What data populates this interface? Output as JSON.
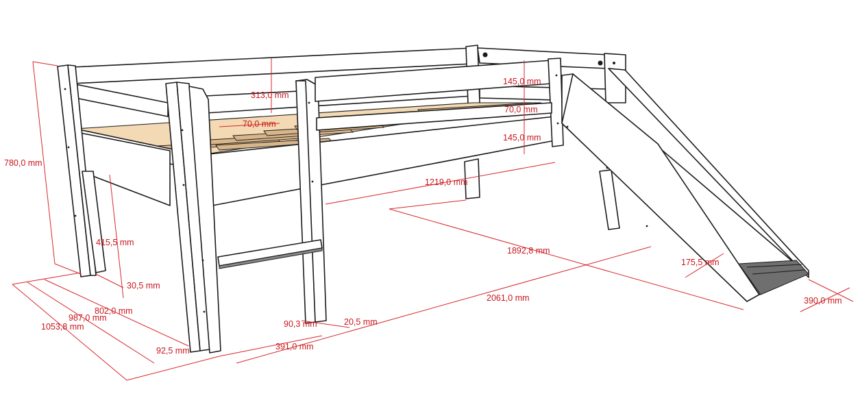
{
  "dimensions": {
    "height_total": "780,0 mm",
    "rail_height": "313,0 mm",
    "slat_gap": "70,0 mm",
    "guard_top": "145,0 mm",
    "guard_gap": "70,0 mm",
    "guard_bottom": "145,0 mm",
    "opening_length": "1219,0 mm",
    "length_inner": "1892,8 mm",
    "slide_width_inner": "175,5 mm",
    "length_total": "2061,0 mm",
    "slide_width": "390,0 mm",
    "under_height": "415,5 mm",
    "leg_thickness": "30,5 mm",
    "width_inner": "802,0 mm",
    "width_mid": "987,0 mm",
    "width_total": "1053,8 mm",
    "ladder_rung": "90,3 mm",
    "ladder_post": "20,5 mm",
    "ladder_offset": "92,5 mm",
    "ladder_width": "391,0 mm"
  },
  "colors": {
    "dimension": "#d7262b",
    "outline": "#1b1b1b",
    "wood": "#f3d9b4"
  }
}
